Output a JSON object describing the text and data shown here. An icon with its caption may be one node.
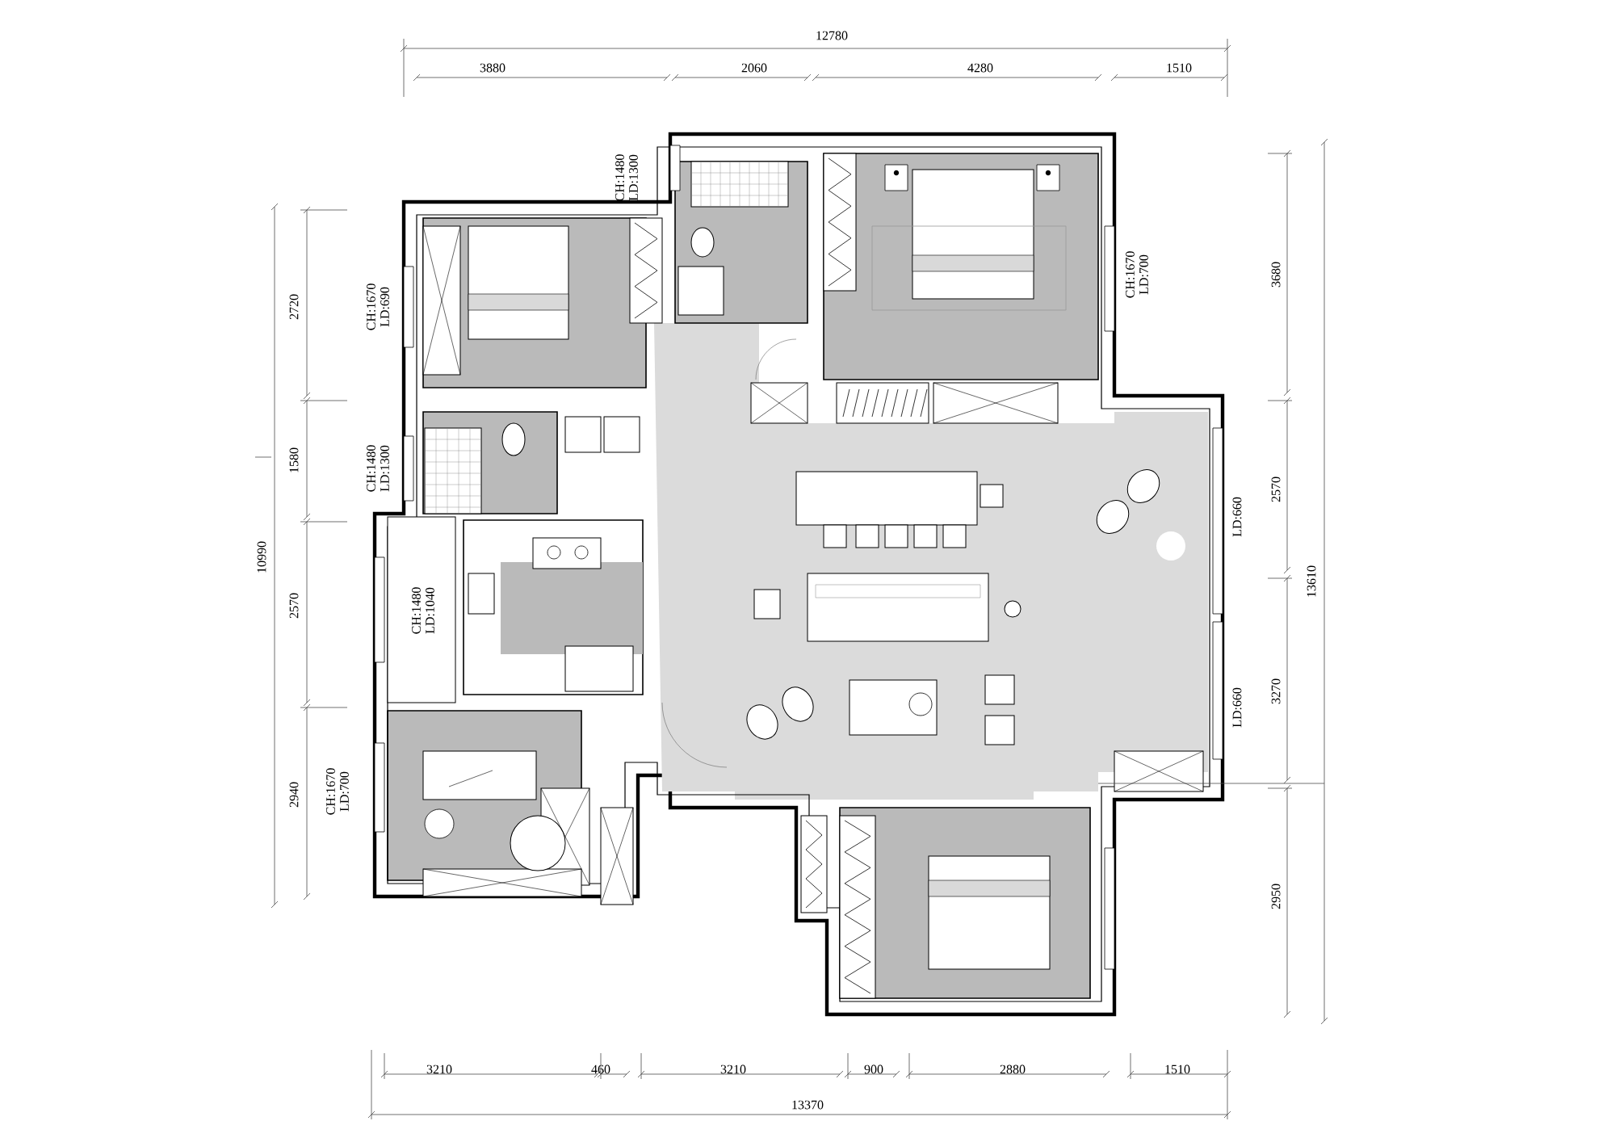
{
  "diagram": {
    "labels": [
      "12780",
      "3880",
      "2060",
      "4280",
      "1510",
      "CH:1480 LD:1300",
      "3680",
      "2720",
      "CH:1670 LD:690",
      "CH:1670 LD:700",
      "1580",
      "CH:1480 LD:1300",
      "2570",
      "LD:660",
      "10990",
      "13610",
      "2570",
      "CH:1480 LD:1040",
      "3270",
      "LD:660",
      "2940",
      "CH:1670 LD:700",
      "2950",
      "3210",
      "460",
      "3210",
      "900",
      "2880",
      "1510",
      "13370"
    ]
  }
}
